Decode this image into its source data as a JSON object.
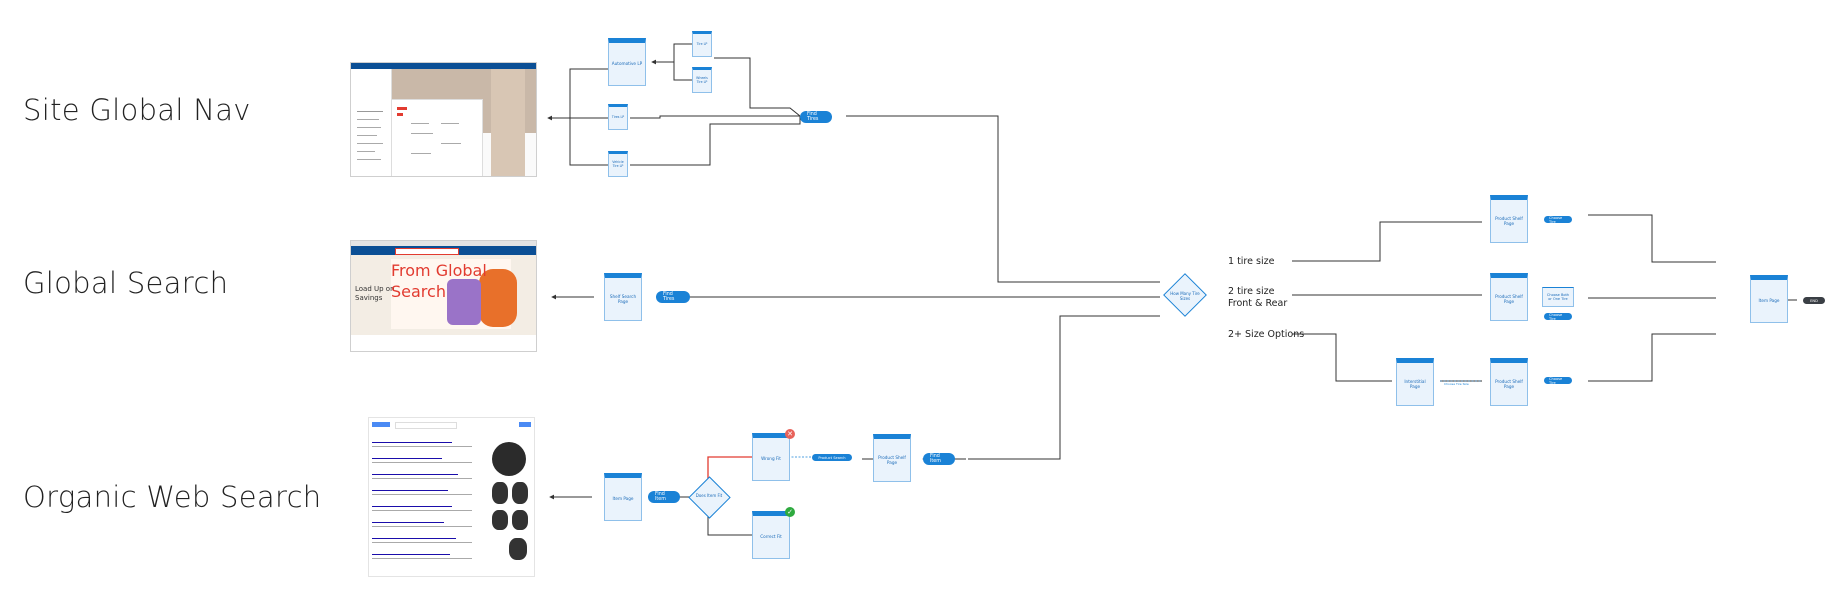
{
  "rows": {
    "site_global_nav": "Site Global Nav",
    "global_search": "Global Search",
    "organic_web_search": "Organic Web Search"
  },
  "nav": {
    "automotive_lp": "Automotive LP",
    "tire_lp": "Tire LP",
    "wheels_tire_lp": "Wheels Tire LP",
    "tires_lp": "Tires LP",
    "vehicle_tire_lp": "Vehicle Tire LP",
    "find_tires": "Find Tires"
  },
  "search": {
    "shelf_search_page": "Shelf Search Page",
    "find_tires": "Find Tires",
    "overlay_line1": "From Global",
    "overlay_line2": "Search",
    "hero_line1": "Load Up on",
    "hero_line2": "Savings"
  },
  "organic": {
    "item_page": "Item Page",
    "find_item": "Find Item",
    "does_item_fit": "Does Item Fit",
    "wrong_fit": "Wrong Fit",
    "correct_fit": "Correct Fit",
    "product_search": "Product Search",
    "product_shelf_page": "Product Shelf Page",
    "find_item_2": "Find Item"
  },
  "decision": {
    "label": "How Many Tire Sizes",
    "branch_1": "1 tire size",
    "branch_2_line1": "2 tire size",
    "branch_2_line2": "Front & Rear",
    "branch_3": "2+ Size Options"
  },
  "outcomes": {
    "shelf_1": "Product Shelf Page",
    "choose_tire_1": "Choose Tire",
    "shelf_2": "Product Shelf Page",
    "choose_both": "Choose Both or One Tire",
    "choose_tire_2": "Choose Tire",
    "intermediate": "Interstitial Page",
    "choose_size": "Choose Tire Size",
    "shelf_3": "Product Shelf Page",
    "choose_tire_3": "Choose Tire",
    "item_page": "Item Page",
    "end": "END"
  },
  "colors": {
    "accent": "#1a82d6",
    "page_fill": "#eaf3fc",
    "line": "#333333",
    "wrong": "#e23b30",
    "correct": "#2eaa3f"
  }
}
